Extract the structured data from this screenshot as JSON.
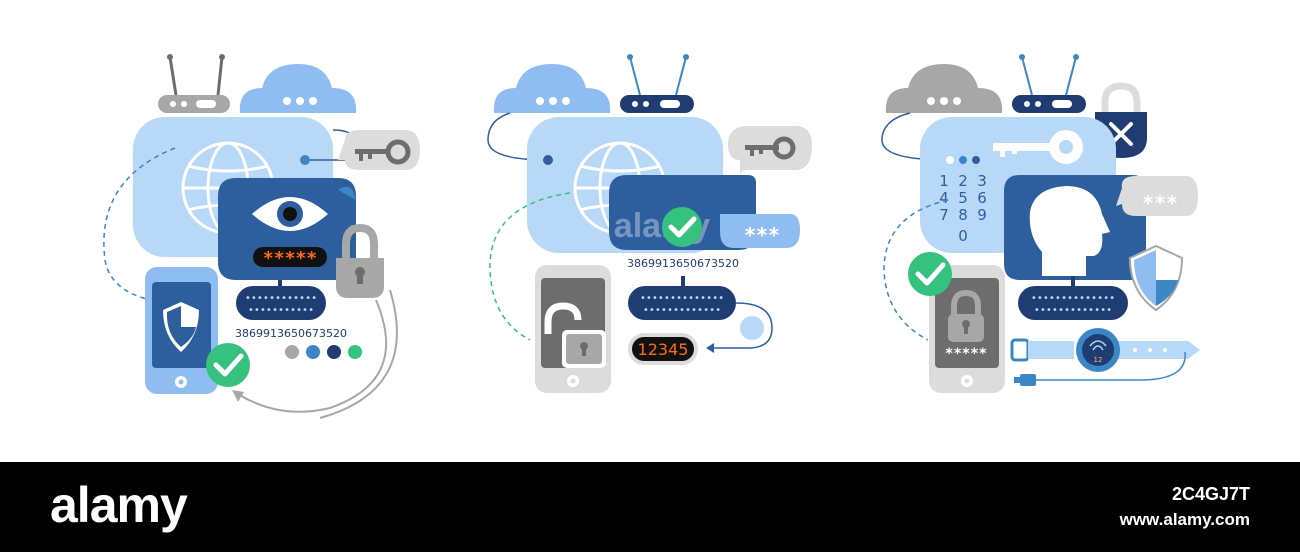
{
  "colors": {
    "pale_blue": "#b8d8f7",
    "light_blue": "#8fbdf2",
    "mid_blue": "#3c86c6",
    "dark_blue": "#2d5f9e",
    "navy": "#1f3d72",
    "grey": "#a7a7a7",
    "light_grey": "#dcdcdc",
    "dark_grey": "#6d6d6d",
    "green": "#35c27f",
    "orange": "#ff6a1a",
    "black": "#111111",
    "white": "#ffffff"
  },
  "icons": {
    "panel1": [
      "router-icon",
      "cloud-icon",
      "globe-icon",
      "eye-icon",
      "key-icon",
      "padlock-icon",
      "smartphone-icon",
      "shield-icon",
      "checkmark-icon",
      "keyboard-icon"
    ],
    "panel2": [
      "cloud-icon",
      "router-icon",
      "globe-icon",
      "key-icon",
      "checkmark-icon",
      "smartphone-icon",
      "unlocked-padlock-icon",
      "keyboard-icon"
    ],
    "panel3": [
      "cloud-icon",
      "router-icon",
      "padlock-icon",
      "close-icon",
      "key-icon",
      "user-head-icon",
      "shield-icon",
      "checkmark-icon",
      "smartphone-icon",
      "keyboard-icon",
      "smartwatch-icon",
      "fingerprint-icon",
      "usb-plug-icon"
    ]
  },
  "panel1": {
    "password_mask": "*****",
    "code_number": "3869913650673520"
  },
  "panel2": {
    "speech_dots": "***",
    "code_number": "3869913650673520",
    "pin_code": "12345"
  },
  "panel3": {
    "speech_dots": "***",
    "keypad_col1": "147",
    "keypad_col2": "2580",
    "keypad_col3": "369",
    "phone_pin_mask": "*****",
    "watch_digits": "12"
  },
  "watermark": "alamy",
  "footer": {
    "logo": "alamy",
    "image_id": "2C4GJ7T",
    "url": "www.alamy.com"
  }
}
